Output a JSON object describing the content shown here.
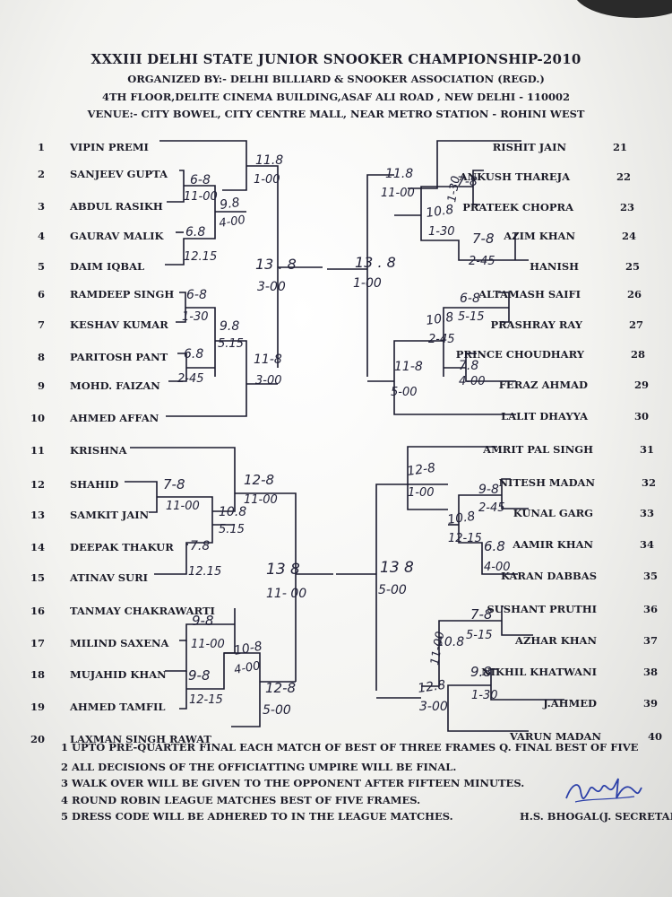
{
  "header": {
    "title": "XXXIII DELHI STATE JUNIOR SNOOKER CHAMPIONSHIP-2010",
    "organizer": "ORGANIZED BY:- DELHI BILLIARD & SNOOKER ASSOCIATION (REGD.)",
    "address": "4TH FLOOR,DELITE CINEMA BUILDING,ASAF ALI ROAD , NEW DELHI - 110002",
    "venue": "VENUE:- CITY BOWEL, CITY CENTRE MALL, NEAR METRO STATION - ROHINI WEST"
  },
  "left_players": [
    {
      "no": "1",
      "name": "VIPIN PREMI"
    },
    {
      "no": "2",
      "name": "SANJEEV GUPTA"
    },
    {
      "no": "3",
      "name": "ABDUL RASIKH"
    },
    {
      "no": "4",
      "name": "GAURAV MALIK"
    },
    {
      "no": "5",
      "name": "DAIM    IQBAL"
    },
    {
      "no": "6",
      "name": "RAMDEEP SINGH"
    },
    {
      "no": "7",
      "name": "KESHAV KUMAR"
    },
    {
      "no": "8",
      "name": "PARITOSH PANT"
    },
    {
      "no": "9",
      "name": "MOHD. FAIZAN"
    },
    {
      "no": "10",
      "name": "AHMED AFFAN"
    },
    {
      "no": "11",
      "name": "KRISHNA"
    },
    {
      "no": "12",
      "name": "SHAHID"
    },
    {
      "no": "13",
      "name": "SAMKIT JAIN"
    },
    {
      "no": "14",
      "name": "DEEPAK THAKUR"
    },
    {
      "no": "15",
      "name": "ATINAV SURI"
    },
    {
      "no": "16",
      "name": "TANMAY CHAKRAWARTI"
    },
    {
      "no": "17",
      "name": "MILIND SAXENA"
    },
    {
      "no": "18",
      "name": "MUJAHID KHAN"
    },
    {
      "no": "19",
      "name": "AHMED TAMFIL"
    },
    {
      "no": "20",
      "name": "LAXMAN SINGH RAWAT"
    }
  ],
  "right_players": [
    {
      "no": "21",
      "name": "RISHIT JAIN"
    },
    {
      "no": "22",
      "name": "ANKUSH THAREJA"
    },
    {
      "no": "23",
      "name": "PRATEEK CHOPRA"
    },
    {
      "no": "24",
      "name": "AZIM KHAN"
    },
    {
      "no": "25",
      "name": "HANISH"
    },
    {
      "no": "26",
      "name": "ALTAMASH SAIFI"
    },
    {
      "no": "27",
      "name": "PRASHRAY RAY"
    },
    {
      "no": "28",
      "name": "PRINCE CHOUDHARY"
    },
    {
      "no": "29",
      "name": "FERAZ AHMAD"
    },
    {
      "no": "30",
      "name": "LALIT DHAYYA"
    },
    {
      "no": "31",
      "name": "AMRIT PAL SINGH"
    },
    {
      "no": "32",
      "name": "NITESH MADAN"
    },
    {
      "no": "33",
      "name": "KUNAL GARG"
    },
    {
      "no": "34",
      "name": "AAMIR KHAN"
    },
    {
      "no": "35",
      "name": "KARAN DABBAS"
    },
    {
      "no": "36",
      "name": "SUSHANT PRUTHI"
    },
    {
      "no": "37",
      "name": "AZHAR KHAN"
    },
    {
      "no": "38",
      "name": "NIKHIL KHATWANI"
    },
    {
      "no": "39",
      "name": "J.AHMED"
    },
    {
      "no": "40",
      "name": "VARUN MADAN"
    }
  ],
  "scores": {
    "L1": "11.8",
    "L1b": "1-00",
    "L2": "6-8",
    "L2b": "11-00",
    "L3": "9.8",
    "L3b": "4-00",
    "L4": "6.8",
    "L4b": "12.15",
    "L5": "13 . 8",
    "L5b": "3-00",
    "L6": "6-8",
    "L6b": "1-30",
    "L7": "9.8",
    "L7b": "5.15",
    "L8": "6.8",
    "L8b": "2-45",
    "L9": "11-8",
    "L9b": "3-00",
    "L10": "7-8",
    "L10b": "11-00",
    "L11": "12-8",
    "L11b": "11-00",
    "L12": "10.8",
    "L12b": "5.15",
    "L13": "7.8",
    "L13b": "12.15",
    "L14": "13  8",
    "L14b": "11- 00",
    "L15": "9-8",
    "L15b": "11-00",
    "L16": "10-8",
    "L16b": "4-00",
    "L17": "9-8",
    "L17b": "12-15",
    "L18": "12-8",
    "L18b": "5-00",
    "R1": "11.8",
    "R1b": "11-00",
    "R2": "7-8",
    "R2b": "1-30",
    "R3": "10.8",
    "R3b": "1-30",
    "R4": "7-8",
    "R4b": "2-45",
    "R5": "13 . 8",
    "R5b": "1-00",
    "R6": "6-8",
    "R6b": "5-15",
    "R7": "10.8",
    "R7b": "2-45",
    "R8": "7.8",
    "R8b": "4-00",
    "R9": "11-8",
    "R9b": "5-00",
    "R10": "12-8",
    "R10b": "1-00",
    "R11": "9-8",
    "R11b": "2-45",
    "R12": "10.8",
    "R12b": "12-15",
    "R13": "6.8",
    "R13b": "4-00",
    "R14": "13  8",
    "R14b": "5-00",
    "R15": "7-8",
    "R15b": "5-15",
    "R16": "10.8",
    "R16b": "11-00",
    "R17": "9.8",
    "R17b": "1-30",
    "R18": "12.8",
    "R18b": "3-00"
  },
  "rules": [
    "1 UPTO PRE-QUARTER FINAL EACH MATCH OF BEST OF THREE  FRAMES Q. FINAL BEST OF FIVE",
    "2 ALL DECISIONS OF THE OFFICIATTING UMPIRE WILL BE FINAL.",
    "3 WALK OVER WILL BE GIVEN TO THE OPPONENT AFTER FIFTEEN MINUTES.",
    "4 ROUND ROBIN LEAGUE MATCHES BEST OF FIVE  FRAMES.",
    "5 DRESS CODE WILL BE ADHERED TO IN THE LEAGUE MATCHES."
  ],
  "signatory": "H.S. BHOGAL(J. SECRETARY)",
  "colors": {
    "ink": "#1a1a2e",
    "paper": "#f6f6f3",
    "signature": "#2b3fa8"
  }
}
